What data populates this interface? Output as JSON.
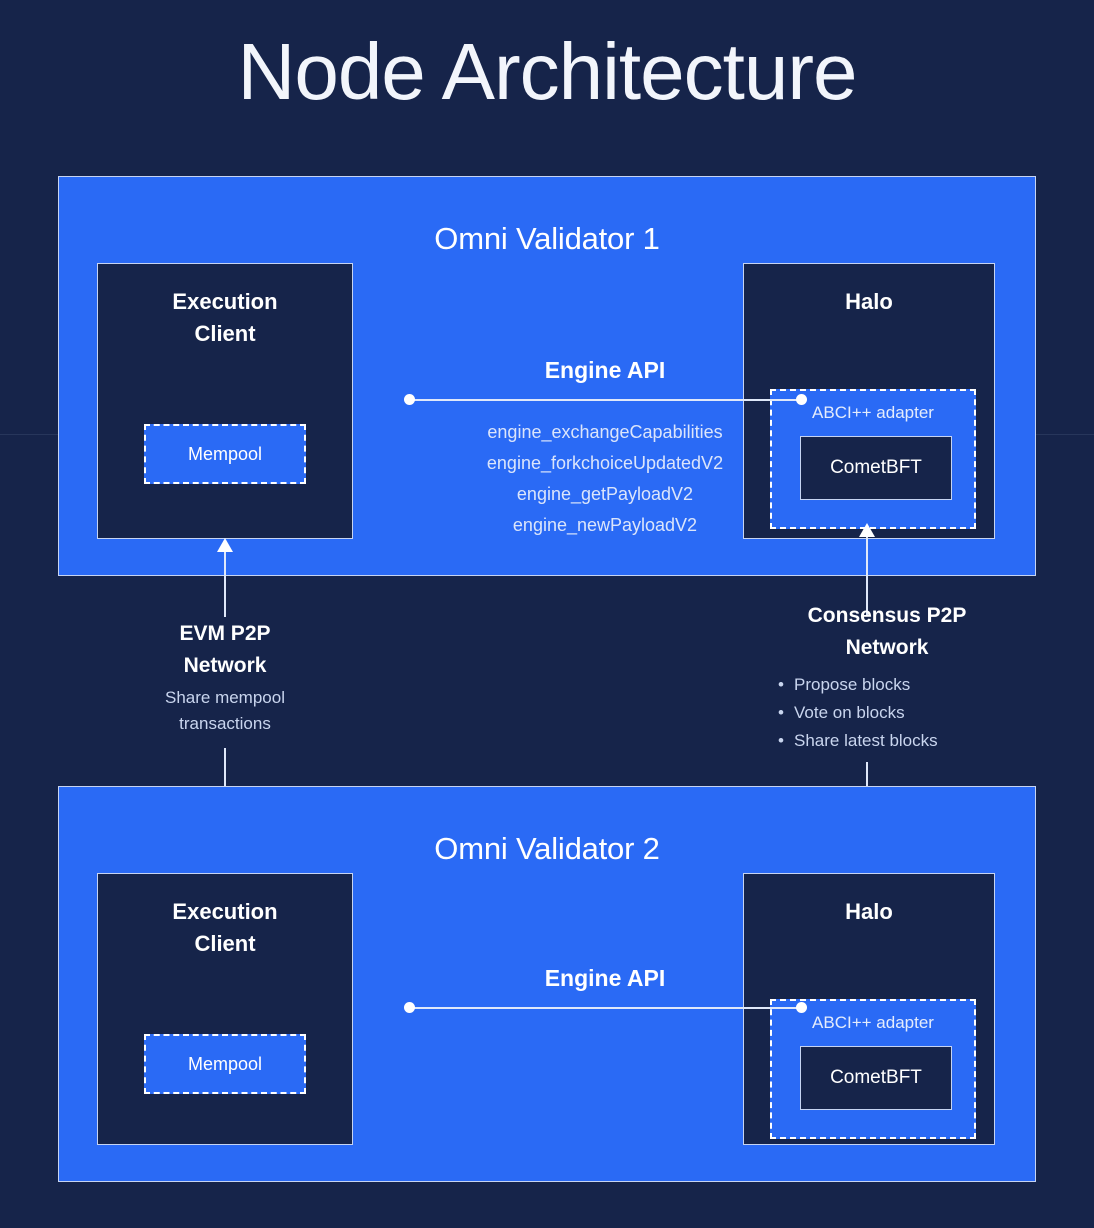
{
  "page": {
    "title": "Node Architecture",
    "colors": {
      "background": "#16244a",
      "panel_blue": "#2a6af5",
      "box_dark": "#16244a",
      "border_light": "#c6d4f2",
      "text_primary": "#ffffff",
      "text_secondary": "#c9d5ee"
    }
  },
  "validators": [
    {
      "title": "Omni Validator 1",
      "execution_client": {
        "title": "Execution\nClient",
        "title_line1": "Execution",
        "title_line2": "Client",
        "mempool_label": "Mempool"
      },
      "halo": {
        "title": "Halo",
        "abci_label": "ABCI++ adapter",
        "cometbft_label": "CometBFT"
      },
      "engine_api": {
        "label": "Engine API",
        "methods": [
          "engine_exchangeCapabilities",
          "engine_forkchoiceUpdatedV2",
          "engine_getPayloadV2",
          "engine_newPayloadV2"
        ]
      }
    },
    {
      "title": "Omni Validator 2",
      "execution_client": {
        "title_line1": "Execution",
        "title_line2": "Client",
        "mempool_label": "Mempool"
      },
      "halo": {
        "title": "Halo",
        "abci_label": "ABCI++ adapter",
        "cometbft_label": "CometBFT"
      },
      "engine_api": {
        "label": "Engine API",
        "methods": []
      }
    }
  ],
  "networks": {
    "evm": {
      "title_line1": "EVM P2P",
      "title_line2": "Network",
      "sub_line1": "Share mempool",
      "sub_line2": "transactions"
    },
    "consensus": {
      "title_line1": "Consensus P2P",
      "title_line2": "Network",
      "bullets": [
        "Propose blocks",
        "Vote on blocks",
        "Share latest blocks"
      ]
    }
  }
}
